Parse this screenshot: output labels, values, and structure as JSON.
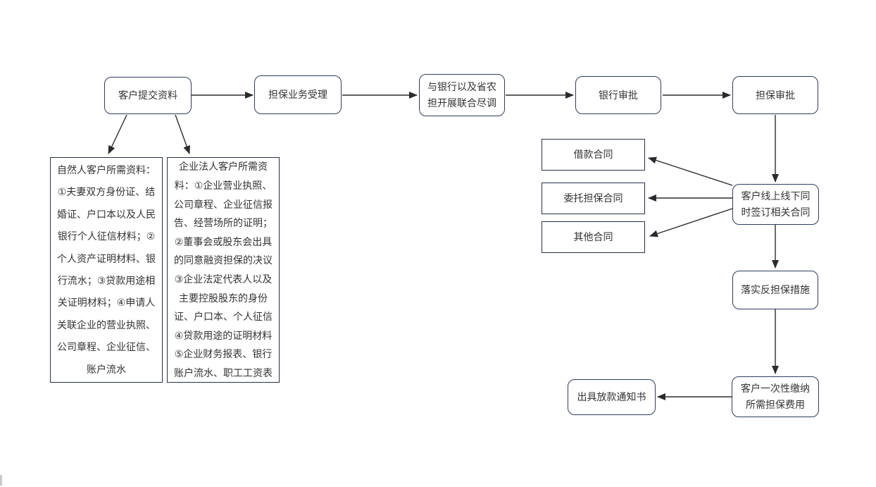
{
  "diagram": {
    "type": "flowchart",
    "colors": {
      "rounded_border": "#2f3c61",
      "rect_border": "#26304d",
      "arrow": "#2b2b2b",
      "text": "#333333",
      "background": "#ffffff"
    },
    "nodes": {
      "submit": {
        "label": "客户提交资料"
      },
      "accept": {
        "label": "担保业务受理"
      },
      "due_diligence": {
        "label": "与银行以及省农\n担开展联合尽调"
      },
      "bank_approval": {
        "label": "银行审批"
      },
      "guarantee_approval": {
        "label": "担保审批"
      },
      "natural_person_docs": {
        "label": "自然人客户所需资料：\n①夫妻双方身份证、结\n婚证、户口本以及人民\n银行个人征信材料；②\n个人资产证明材料、银\n行流水；③贷款用途相\n关证明材料；④申请人\n关联企业的营业执照、\n公司章程、企业征信、\n账户流水"
      },
      "corporate_docs": {
        "label": "企业法人客户所需资\n料：①企业营业执照、\n公司章程、企业征信报\n告、经营场所的证明；\n②董事会或股东会出具\n的同意融资担保的决议\n③企业法定代表人以及\n主要控股股东的身份\n证、户口本、个人征信\n④贷款用途的证明材料\n⑤企业财务报表、银行\n账户流水、职工工资表"
      },
      "loan_contract": {
        "label": "借款合同"
      },
      "entrusted_guarantee_contract": {
        "label": "委托担保合同"
      },
      "other_contract": {
        "label": "其他合同"
      },
      "sign_contracts": {
        "label": "客户线上线下同\n时签订相关合同"
      },
      "counter_guarantee": {
        "label": "落实反担保措施"
      },
      "pay_fee": {
        "label": "客户一次性缴纳\n所需担保费用"
      },
      "issue_notice": {
        "label": "出具放款通知书"
      }
    },
    "edges": [
      {
        "from": "submit",
        "to": "accept"
      },
      {
        "from": "accept",
        "to": "due_diligence"
      },
      {
        "from": "due_diligence",
        "to": "bank_approval"
      },
      {
        "from": "bank_approval",
        "to": "guarantee_approval"
      },
      {
        "from": "submit",
        "to": "natural_person_docs"
      },
      {
        "from": "submit",
        "to": "corporate_docs"
      },
      {
        "from": "guarantee_approval",
        "to": "sign_contracts"
      },
      {
        "from": "sign_contracts",
        "to": "loan_contract"
      },
      {
        "from": "sign_contracts",
        "to": "entrusted_guarantee_contract"
      },
      {
        "from": "sign_contracts",
        "to": "other_contract"
      },
      {
        "from": "sign_contracts",
        "to": "counter_guarantee"
      },
      {
        "from": "counter_guarantee",
        "to": "pay_fee"
      },
      {
        "from": "pay_fee",
        "to": "issue_notice"
      }
    ]
  }
}
